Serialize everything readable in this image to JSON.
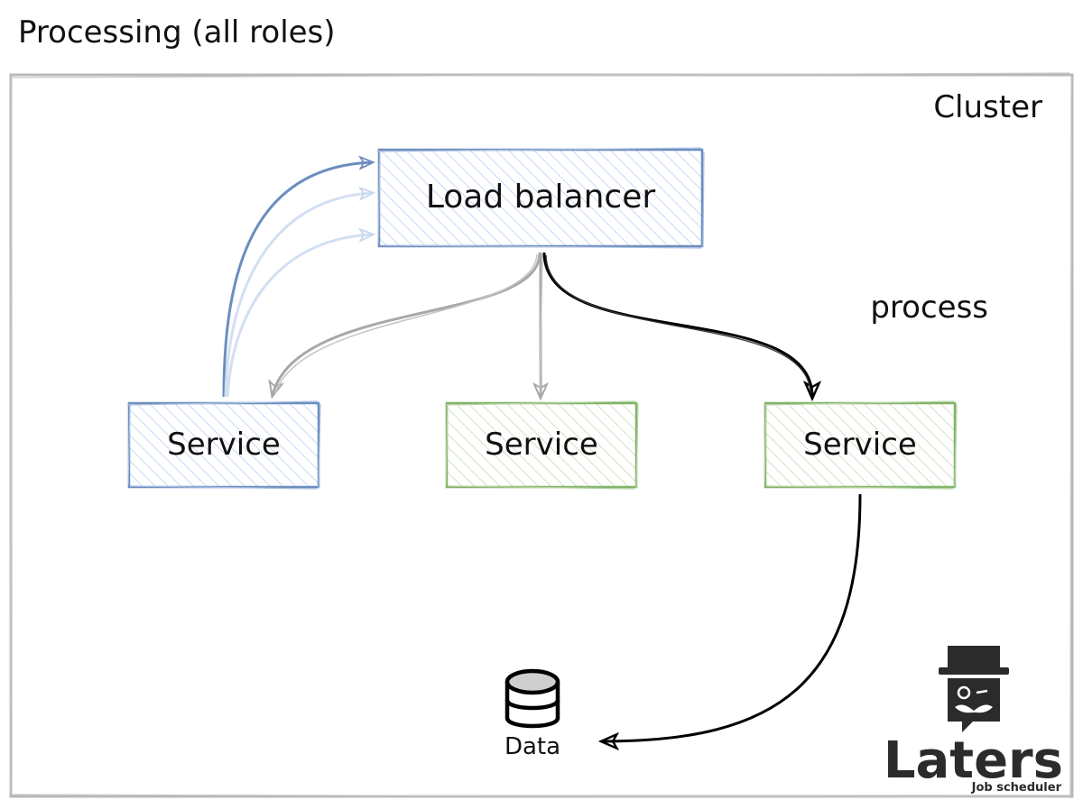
{
  "title": "Processing (all roles)",
  "cluster_label": "Cluster",
  "load_balancer_label": "Load balancer",
  "services": [
    {
      "label": "Service",
      "color": "#6c8ebf"
    },
    {
      "label": "Service",
      "color": "#82b366"
    },
    {
      "label": "Service",
      "color": "#82b366"
    }
  ],
  "process_label": "process",
  "data_label": "Data",
  "logo": {
    "name": "Laters",
    "tagline": "Job scheduler"
  },
  "colors": {
    "blue": "#6c8ebf",
    "blue_fill": "#dae8fc",
    "green": "#82b366",
    "green_fill": "#d5e8d4",
    "gray": "#a8a8a8",
    "black": "#000000"
  }
}
